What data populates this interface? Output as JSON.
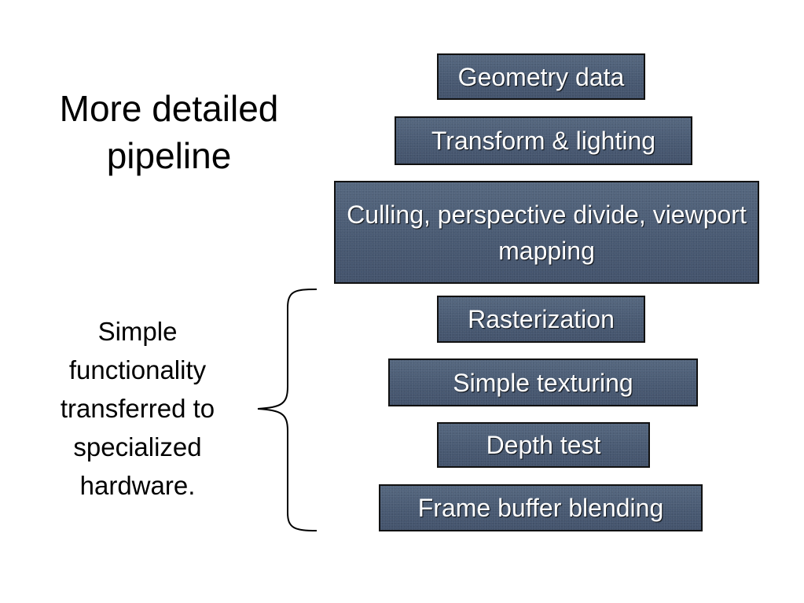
{
  "slide": {
    "title": "More detailed pipeline",
    "side_note": "Simple functionality transferred to specialized hardware.",
    "box_color": "#4b5d78"
  },
  "pipeline": {
    "stages": [
      {
        "label": "Geometry data"
      },
      {
        "label": "Transform & lighting"
      },
      {
        "label": "Culling, perspective divide, viewport  mapping"
      },
      {
        "label": "Rasterization"
      },
      {
        "label": "Simple texturing"
      },
      {
        "label": "Depth test"
      },
      {
        "label": "Frame buffer blending"
      }
    ]
  }
}
